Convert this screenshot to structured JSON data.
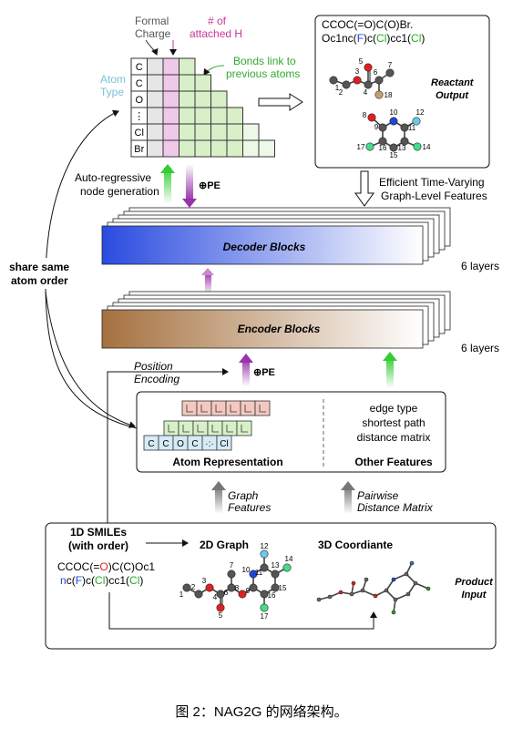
{
  "legend": {
    "formal_charge": [
      "Formal",
      "Charge"
    ],
    "attached_h": [
      "# of",
      "attached H"
    ],
    "bonds_link": [
      "Bonds link to",
      "previous atoms"
    ],
    "atom_type": [
      "Atom",
      "Type"
    ]
  },
  "atom_column": [
    "C",
    "C",
    "O",
    "⋮",
    "Cl",
    "Br"
  ],
  "reactant": {
    "smiles_line1": [
      {
        "t": "CCO",
        "c": "#111111"
      },
      {
        "t": "C(=O)",
        "c": "#111111"
      },
      {
        "t": "C(O)",
        "c": "#111111"
      },
      {
        "t": "Br.",
        "c": "#111111"
      }
    ],
    "smiles_line2": "Oc1nc(F)c(Cl)cc1(Cl)",
    "title": [
      "Reactant",
      "Output"
    ]
  },
  "labels": {
    "autoregressive": [
      "Auto-regressive",
      "node generation"
    ],
    "pe_plus": "⊕PE",
    "efficient": [
      "Efficient Time-Varying",
      "Graph-Level Features"
    ],
    "decoder": "Decoder Blocks",
    "encoder": "Encoder Blocks",
    "layers_decoder": "6 layers",
    "layers_encoder": "6 layers",
    "share": [
      "share same",
      "atom order"
    ],
    "position_encoding": [
      "Position",
      "Encoding"
    ],
    "pe_plus2": "⊕PE",
    "atom_repr": "Atom Representation",
    "other_features": "Other Features",
    "other_list": [
      "edge type",
      "shortest path",
      "distance matrix"
    ],
    "graph_features": [
      "Graph",
      "Features"
    ],
    "pairwise": [
      "Pairwise",
      "Distance Matrix"
    ],
    "smiles_title": [
      "1D SMILEs",
      "(with order)"
    ],
    "graph2d": "2D Graph",
    "coord3d": "3D Coordiante",
    "product": [
      "Product",
      "Input"
    ],
    "input_smiles_1": "CCOC(=O)C(C)Oc1",
    "input_smiles_2": "nc(F)c(Cl)cc1(Cl)",
    "caption": "图 2：NAG2G 的网络架构。"
  },
  "token_row": [
    "C",
    "C",
    "O",
    "C",
    "·:·",
    "Cl"
  ],
  "dots": "· · ·",
  "mol_reactant_numbers": [
    "1",
    "2",
    "3",
    "4",
    "5",
    "6",
    "7",
    "18",
    "8",
    "9",
    "10",
    "11",
    "12",
    "13",
    "14",
    "15",
    "16",
    "17"
  ],
  "mol_product_numbers": [
    "1",
    "2",
    "3",
    "4",
    "5",
    "6",
    "7",
    "8",
    "9",
    "10",
    "11",
    "12",
    "13",
    "14",
    "15",
    "16",
    "17"
  ],
  "colors": {
    "red": "#e02020",
    "green": "#22aa22",
    "blue": "#2244dd",
    "decoder": "#2a4be0",
    "encoder": "#a06a3a",
    "pink": "#f0c8e8",
    "lightgreen": "#d8f0c8",
    "atomtype": "#7bbfd8"
  }
}
